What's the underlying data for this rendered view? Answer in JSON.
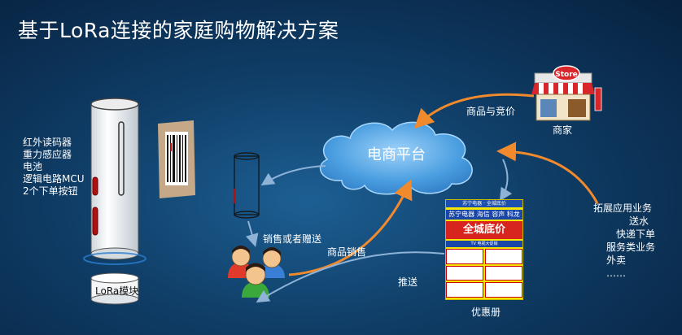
{
  "title": "基于LoRa连接的家庭购物解决方案",
  "device": {
    "specs": [
      "红外读码器",
      "重力感应器",
      "电池",
      "逻辑电路MCU",
      "2个下单按钮"
    ],
    "module_label": "LoRa模块"
  },
  "platform_label": "电商平台",
  "store": {
    "sign": "Store",
    "label": "商家"
  },
  "edges": {
    "store_to_platform": "商品与竞价",
    "platform_to_users": "销售或者赠送",
    "users_to_platform": "商品销售",
    "flyer_to_users": "推送"
  },
  "flyer": {
    "label": "优惠册",
    "header": "苏宁电器 · 全城底价",
    "line1": "苏宁电器 海信 容声 科龙",
    "big_text": "全城底价",
    "strip": "TV 电视大促销"
  },
  "expand": {
    "heading": "拓展应用业务",
    "items": [
      "送水",
      "快递下单",
      "服务类业务",
      "外卖",
      "……"
    ]
  },
  "colors": {
    "arrow_orange": "#f08a2c",
    "arrow_gray": "#8fb3d6",
    "cloud": "#4a9ee0"
  }
}
